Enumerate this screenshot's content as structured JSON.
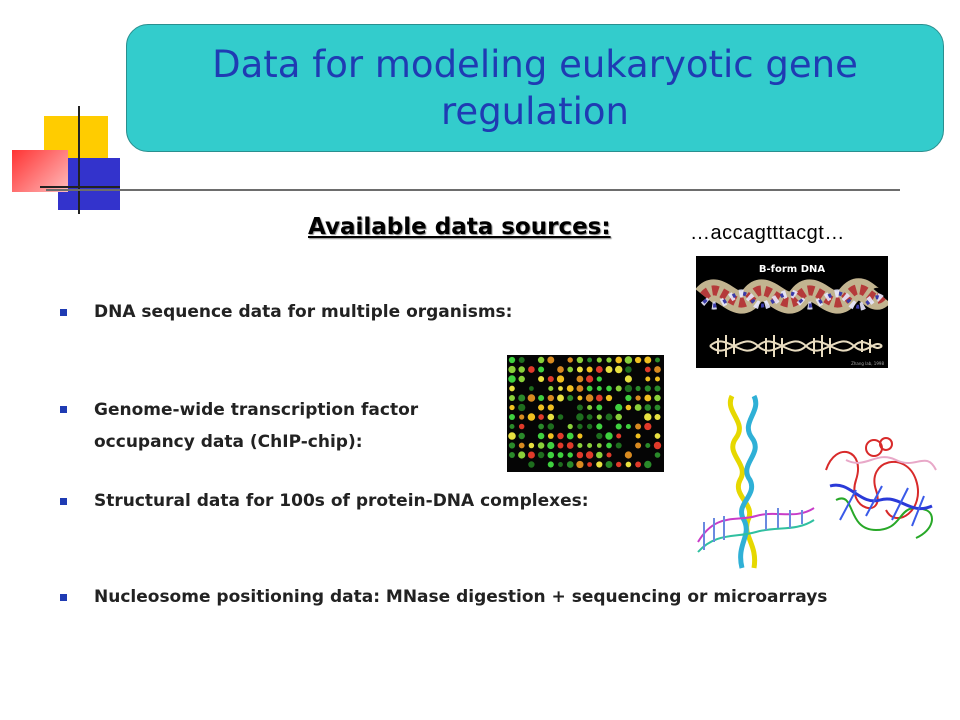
{
  "slide": {
    "title": "Data for modeling eukaryotic gene regulation",
    "subtitle": "Available data sources:",
    "sequence_snippet": "…accagtttacgt…",
    "bullets": [
      "DNA sequence data for multiple organisms:",
      "Genome-wide transcription factor occupancy data (ChIP-chip):",
      "Structural data for 100s of protein-DNA complexes:",
      "Nucleosome positioning data: MNase digestion + sequencing or microarrays"
    ],
    "dna_image": {
      "label": "B-form DNA",
      "credit": "Zhang lab, 1998"
    }
  },
  "colors": {
    "title_bg": "#33cccc",
    "title_text": "#1f3bb3",
    "bullet_marker": "#1f3bb3",
    "deco_yellow": "#ffcc00",
    "deco_blue": "#3333cc",
    "deco_red": "#ff4444"
  },
  "icons": [
    "square-bullet-icon",
    "corner-decoration"
  ]
}
